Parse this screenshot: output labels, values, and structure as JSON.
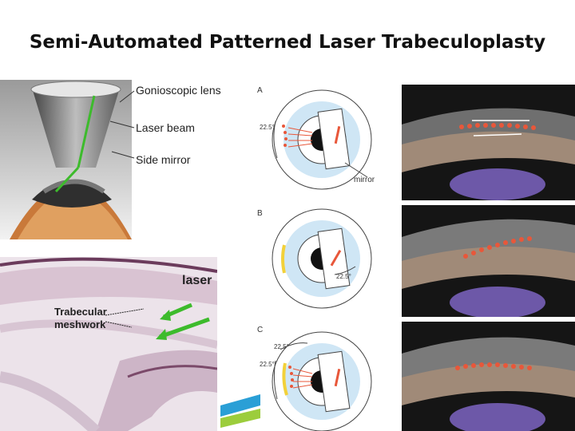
{
  "slide": {
    "title": "Semi-Automated Patterned Laser Trabeculoplasty"
  },
  "gonioscope": {
    "labels": [
      "Gonioscopic lens",
      "Laser beam",
      "Side mirror"
    ]
  },
  "histology": {
    "laser_label": "laser",
    "tm_label_line1": "Trabecular",
    "tm_label_line2": "meshwork"
  },
  "diagrams": {
    "panels": [
      {
        "letter": "A",
        "angle_label": "22.5°",
        "mirror_label": "mirror"
      },
      {
        "letter": "B",
        "angle_label": "22.5°"
      },
      {
        "letter": "C",
        "angle_label_top": "22.5°",
        "angle_label_left": "22.5°"
      }
    ]
  },
  "colors": {
    "laser_spot": "#e8573a",
    "iris_blue": "#cfe6f5",
    "laser_green": "#3dbb2c"
  }
}
